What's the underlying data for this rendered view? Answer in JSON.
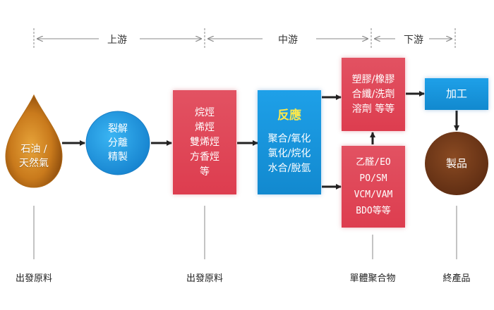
{
  "stages": {
    "upstream": "上游",
    "midstream": "中游",
    "downstream": "下游"
  },
  "nodes": {
    "crude": {
      "lines": [
        "石油 /",
        "天然氣"
      ]
    },
    "cracking": {
      "lines": [
        "裂解",
        "分離",
        "精製"
      ]
    },
    "hydrocarbons": {
      "lines": [
        "烷烴",
        "烯烴",
        "雙烯烴",
        "方香烴",
        "等"
      ]
    },
    "reaction": {
      "title": "反應",
      "lines": [
        "聚合/氧化",
        "氯化/烷化",
        "水合/脫氫"
      ]
    },
    "polymers": {
      "lines": [
        "塑膠/橡膠",
        "合纖/洗劑",
        "溶劑  等等"
      ]
    },
    "monomers": {
      "lines": [
        "乙醛/EO",
        "PO/SM",
        "VCM/VAM",
        "BDO等等"
      ]
    },
    "processing": {
      "label": "加工"
    },
    "products": {
      "label": "製品"
    }
  },
  "bottom_labels": {
    "feedstock_1": "出發原料",
    "feedstock_2": "出發原料",
    "monomer_polymer": "單體聚合物",
    "final_products": "終產品"
  },
  "colors": {
    "red_box": "#dd3d4f",
    "blue_box": "#1289cf",
    "title_yellow": "#ffe94a",
    "arrow": "#222222",
    "range_line": "#888888"
  }
}
